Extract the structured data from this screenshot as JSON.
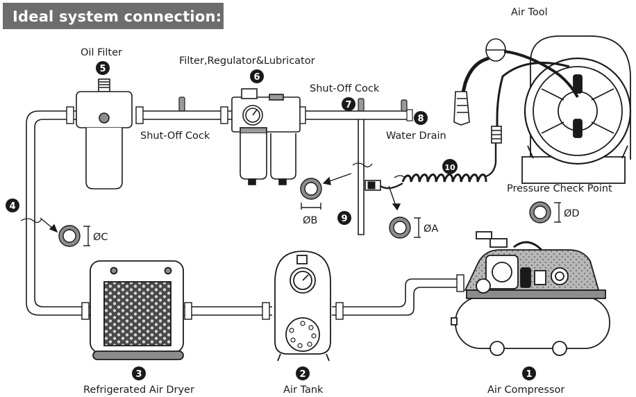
{
  "title": "Ideal system connection:",
  "components": [
    {
      "number": "1",
      "label": "Air Compressor"
    },
    {
      "number": "2",
      "label": "Air Tank"
    },
    {
      "number": "3",
      "label": "Refrigerated Air Dryer"
    },
    {
      "number": "4",
      "label": ""
    },
    {
      "number": "5",
      "label": "Oil Filter"
    },
    {
      "number": "6",
      "label": "Filter,Regulator&Lubricator"
    },
    {
      "number": "7",
      "label": "Shut-Off Cock"
    },
    {
      "number": "8",
      "label": "Water Drain"
    },
    {
      "number": "9",
      "label": ""
    },
    {
      "number": "10",
      "label": ""
    }
  ],
  "labels": {
    "air_tool": "Air Tool",
    "shutoff_left": "Shut-Off Cock",
    "pressure_check": "Pressure Check Point"
  },
  "diameters": {
    "a": "ØA",
    "b": "ØB",
    "c": "ØC",
    "d": "ØD"
  }
}
